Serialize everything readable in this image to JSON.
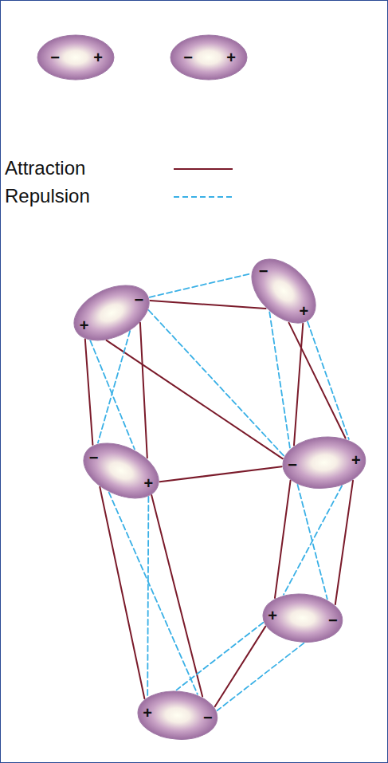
{
  "diagram": {
    "nodes": [
      {
        "text": [
          "−",
          "+"
        ]
      },
      {
        "text": [
          "−",
          "+"
        ]
      },
      {
        "text": [
          "+",
          "−"
        ]
      },
      {
        "text": [
          "−",
          "+"
        ]
      },
      {
        "text": [
          "−",
          "+"
        ]
      },
      {
        "text": [
          "−",
          "+"
        ]
      },
      {
        "text": [
          "+",
          "−"
        ]
      },
      {
        "text": [
          "+",
          "−"
        ]
      }
    ],
    "edges": [
      {
        "from": 2,
        "to": 3,
        "arrow": "none"
      },
      {
        "from": 2,
        "to": 5,
        "arrow": "none"
      },
      {
        "from": 2,
        "to": 4,
        "arrow": "none"
      },
      {
        "from": 2,
        "to": 4,
        "arrow": "none"
      },
      {
        "from": 3,
        "to": 5,
        "arrow": "none"
      },
      {
        "from": 3,
        "to": 5,
        "arrow": "none"
      },
      {
        "from": 4,
        "to": 5,
        "arrow": "none"
      },
      {
        "from": 4,
        "to": 7,
        "arrow": "none"
      },
      {
        "from": 4,
        "to": 7,
        "arrow": "none"
      },
      {
        "from": 5,
        "to": 6,
        "arrow": "none"
      },
      {
        "from": 5,
        "to": 6,
        "arrow": "none"
      },
      {
        "from": 6,
        "to": 7,
        "arrow": "none"
      },
      {
        "from": 2,
        "to": 3,
        "arrow": "none"
      },
      {
        "from": 2,
        "to": 5,
        "arrow": "none"
      },
      {
        "from": 2,
        "to": 4,
        "arrow": "none"
      },
      {
        "from": 2,
        "to": 4,
        "arrow": "none"
      },
      {
        "from": 3,
        "to": 5,
        "arrow": "none"
      },
      {
        "from": 3,
        "to": 5,
        "arrow": "none"
      },
      {
        "from": 4,
        "to": 7,
        "arrow": "none"
      },
      {
        "from": 4,
        "to": 7,
        "arrow": "none"
      },
      {
        "from": 5,
        "to": 6,
        "arrow": "none"
      },
      {
        "from": 5,
        "to": 6,
        "arrow": "none"
      },
      {
        "from": 6,
        "to": 7,
        "arrow": "none"
      },
      {
        "from": 6,
        "to": 7,
        "arrow": "none"
      }
    ],
    "legend": [
      {
        "text": "Attraction"
      },
      {
        "text": "Repulsion"
      }
    ]
  }
}
